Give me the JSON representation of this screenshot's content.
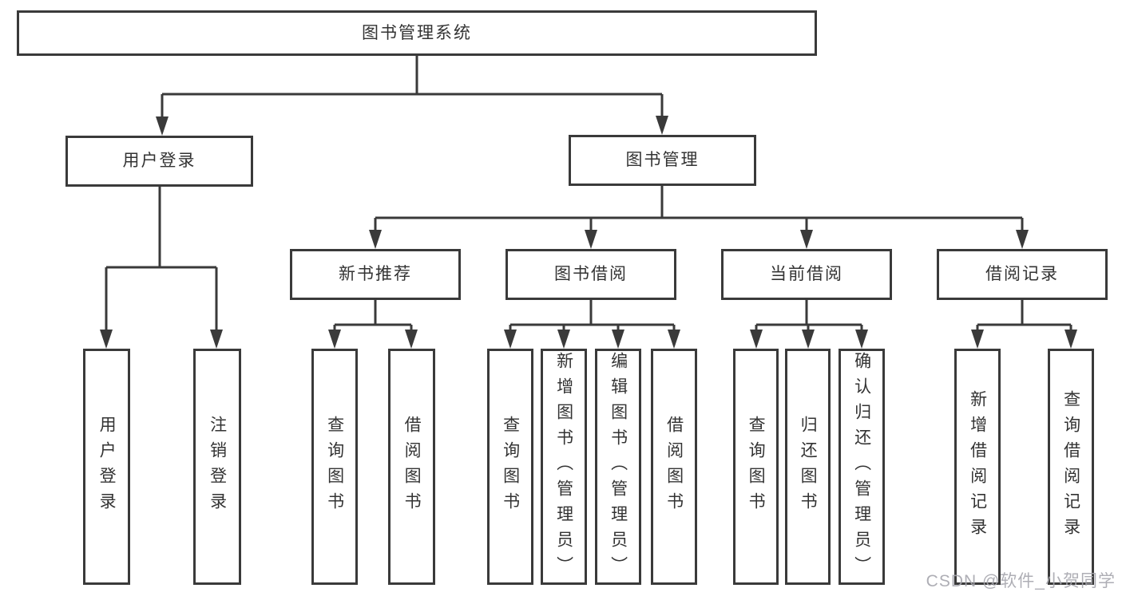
{
  "diagram_type": "hierarchy-tree",
  "colors": {
    "line": "#3a3a3a",
    "text": "#333333",
    "background": "#ffffff",
    "watermark": "#a6a6ad"
  },
  "tree": {
    "root": {
      "label": "图书管理系统"
    },
    "branches": [
      {
        "label": "用户登录",
        "children": [
          {
            "label": "用户登录"
          },
          {
            "label": "注销登录"
          }
        ]
      },
      {
        "label": "图书管理",
        "children": [
          {
            "label": "新书推荐",
            "children": [
              {
                "label": "查询图书"
              },
              {
                "label": "借阅图书"
              }
            ]
          },
          {
            "label": "图书借阅",
            "children": [
              {
                "label": "查询图书"
              },
              {
                "label": "新增图书（管理员）"
              },
              {
                "label": "编辑图书（管理员）"
              },
              {
                "label": "借阅图书"
              }
            ]
          },
          {
            "label": "当前借阅",
            "children": [
              {
                "label": "查询图书"
              },
              {
                "label": "归还图书"
              },
              {
                "label": "确认归还（管理员）"
              }
            ]
          },
          {
            "label": "借阅记录",
            "children": [
              {
                "label": "新增借阅记录"
              },
              {
                "label": "查询借阅记录"
              }
            ]
          }
        ]
      }
    ]
  },
  "watermark": {
    "text": "CSDN @软件_小贺同学"
  }
}
